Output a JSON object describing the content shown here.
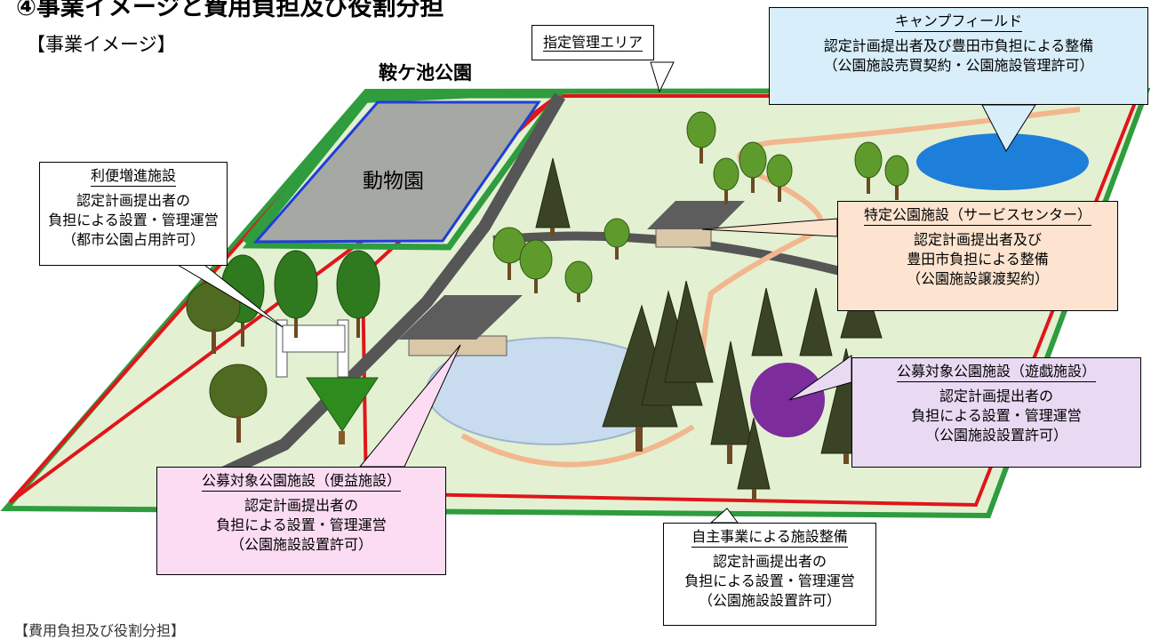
{
  "header": {
    "title": "④事業イメージと費用負担及び役割分担",
    "section": "【事業イメージ】"
  },
  "map": {
    "park_name": "鞍ケ池公園",
    "zoo_label": "動物園",
    "managed_area_label": "指定管理エリア"
  },
  "callouts": {
    "campfield": {
      "heading": "キャンプフィールド",
      "lines": [
        "認定計画提出者及び豊田市負担による整備",
        "（公園施設売買契約・公園施設管理許可）"
      ]
    },
    "convenience": {
      "heading": "利便増進施設",
      "lines": [
        "認定計画提出者の",
        "負担による設置・管理運営",
        "（都市公園占用許可）"
      ]
    },
    "service_center": {
      "heading": "特定公園施設（サービスセンター）",
      "lines": [
        "認定計画提出者及び",
        "豊田市負担による整備",
        "（公園施設譲渡契約）"
      ]
    },
    "play_facility": {
      "heading": "公募対象公園施設（遊戯施設）",
      "lines": [
        "認定計画提出者の",
        "負担による設置・管理運営",
        "（公園施設設置許可）"
      ]
    },
    "benefit_facility": {
      "heading": "公募対象公園施設（便益施設）",
      "lines": [
        "認定計画提出者の",
        "負担による設置・管理運営",
        "（公園施設設置許可）"
      ]
    },
    "self_project": {
      "heading": "自主事業による施設整備",
      "lines": [
        "認定計画提出者の",
        "負担による設置・管理運営",
        "（公園施設設置許可）"
      ]
    }
  },
  "footer": {
    "text": "【費用負担及び役割分担】"
  },
  "colors": {
    "lawn": "#e3f1d2",
    "park_border": "#e0161b",
    "managed_border": "#2f9c3e",
    "zoo_fill": "#a6a8a4",
    "zoo_border": "#1f3ed8",
    "road": "#565656",
    "path": "#f2b78e",
    "pond": "#c9dcef",
    "camp_pond": "#1d7fd9",
    "conifer": "#3b4326",
    "broadleaf": "#5e9b2c",
    "play": "#7d2c9c",
    "camp_fill": "#d8eefa",
    "service_fill": "#fde4d0",
    "play_fill": "#ead9f3",
    "benefit_fill": "#fbdcf3"
  }
}
